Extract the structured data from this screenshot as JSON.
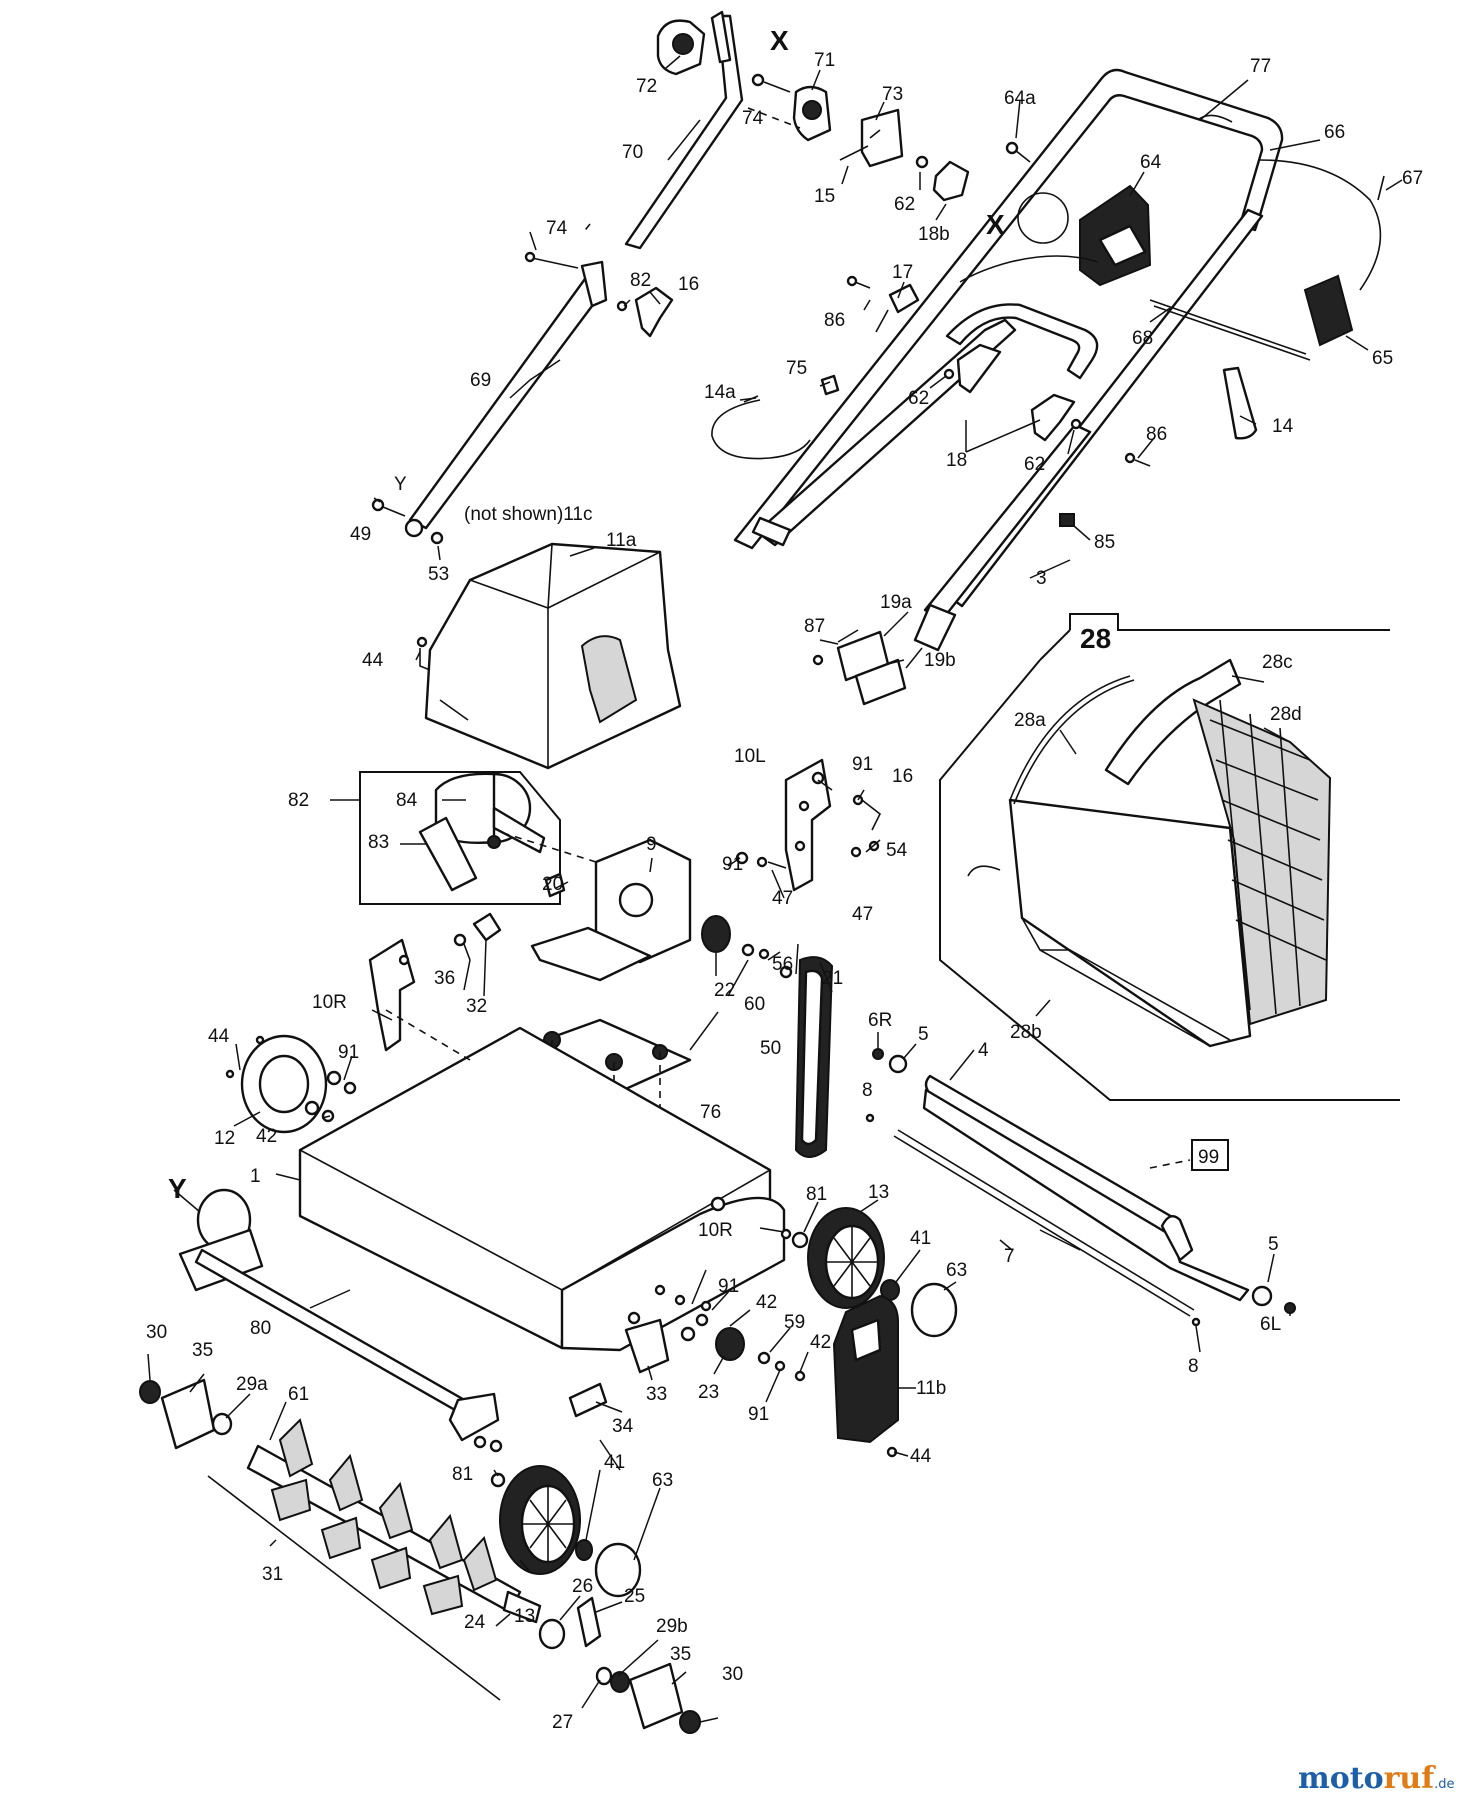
{
  "labels": {
    "l1": "1",
    "l3": "3",
    "l4": "4",
    "l5a": "5",
    "l5b": "5",
    "l6L": "6L",
    "l6R": "6R",
    "l7": "7",
    "l8a": "8",
    "l8b": "8",
    "l9": "9",
    "l10L": "10L",
    "l10Ra": "10R",
    "l10Rb": "10R",
    "l11a": "11a",
    "l11b": "11b",
    "l11c": "(not shown)11c",
    "l12": "12",
    "l13a": "13",
    "l13b": "13",
    "l14": "14",
    "l14a": "14a",
    "l15": "15",
    "l16a": "16",
    "l16b": "16",
    "l17": "17",
    "l18a": "18",
    "l18b": "18b",
    "l19a": "19a",
    "l19b": "19b",
    "l20": "20",
    "l21": "21",
    "l22": "22",
    "l23": "23",
    "l24": "24",
    "l25": "25",
    "l26": "26",
    "l27": "27",
    "l28": "28",
    "l28a": "28a",
    "l28b": "28b",
    "l28c": "28c",
    "l28d": "28d",
    "l29a": "29a",
    "l29b": "29b",
    "l30a": "30",
    "l30b": "30",
    "l31": "31",
    "l32": "32",
    "l33": "33",
    "l34": "34",
    "l35a": "35",
    "l35b": "35",
    "l36": "36",
    "l41a": "41",
    "l41b": "41",
    "l42a": "42",
    "l42b": "42",
    "l42c": "42",
    "l44a": "44",
    "l44b": "44",
    "l44c": "44",
    "l47a": "47",
    "l47b": "47",
    "l49": "49",
    "l50": "50",
    "l53": "53",
    "l54": "54",
    "l56": "56",
    "l59": "59",
    "l60": "60",
    "l61": "61",
    "l62a": "62",
    "l62b": "62",
    "l62c": "62",
    "l63a": "63",
    "l63b": "63",
    "l64": "64",
    "l64a": "64a",
    "l65": "65",
    "l66": "66",
    "l67": "67",
    "l68": "68",
    "l69": "69",
    "l70": "70",
    "l71": "71",
    "l72": "72",
    "l73": "73",
    "l74a": "74",
    "l74b": "74",
    "l75": "75",
    "l76": "76",
    "l77": "77",
    "l80": "80",
    "l81a": "81",
    "l81b": "81",
    "l82a": "82",
    "l82b": "82",
    "l83": "83",
    "l84": "84",
    "l85": "85",
    "l86a": "86",
    "l86b": "86",
    "l87": "87",
    "l91a": "91",
    "l91b": "91",
    "l91c": "91",
    "l91d": "91",
    "l91e": "91",
    "l99": "99",
    "lXa": "X",
    "lXb": "X",
    "lYa": "Y",
    "lYb": "Y"
  },
  "watermark": {
    "part1": "moto",
    "part2": "ruf",
    "suffix": ".de"
  }
}
